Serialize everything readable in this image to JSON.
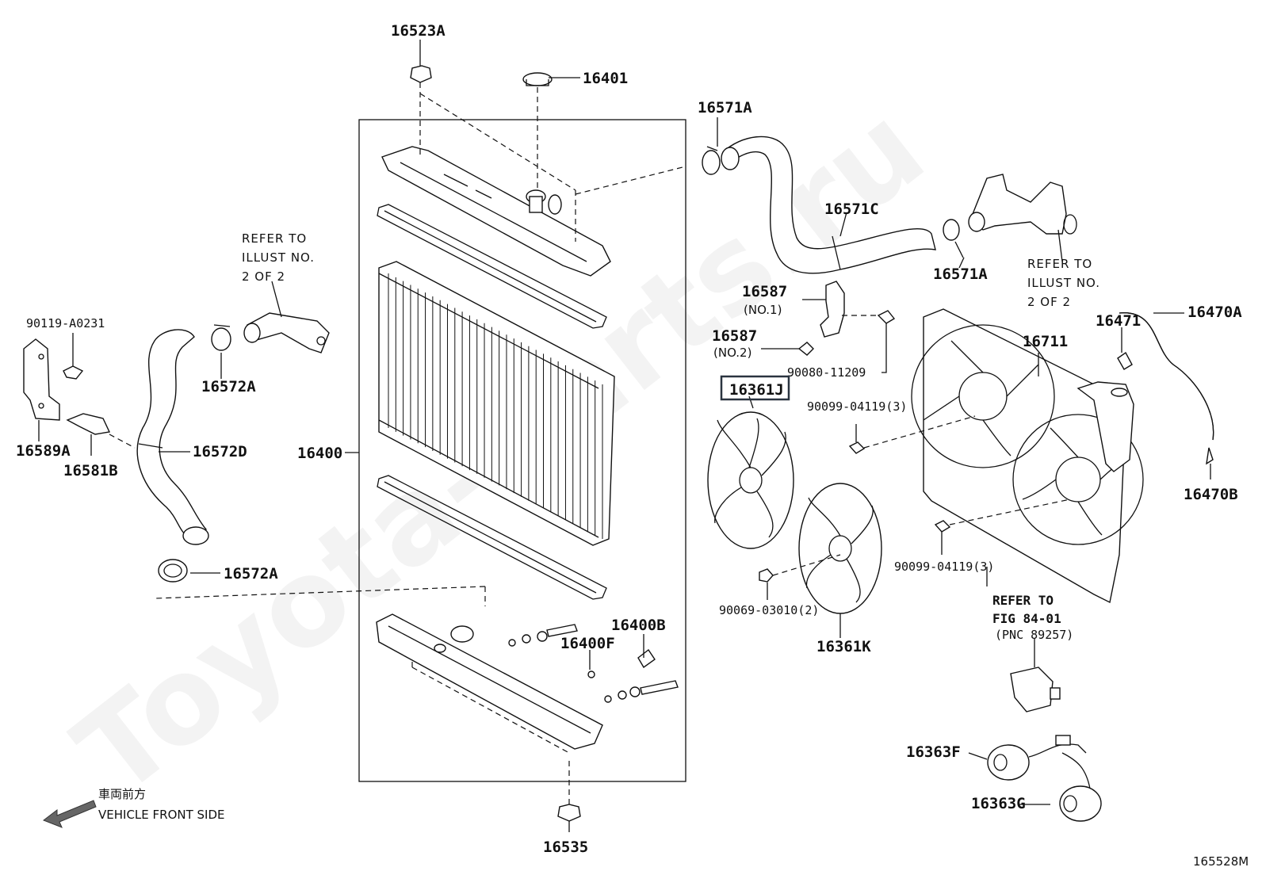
{
  "watermark": "Toyota-Parts.ru",
  "figure_id": "165528M",
  "front_side": {
    "jp": "車両前方",
    "en": "VEHICLE FRONT SIDE"
  },
  "labels": {
    "p16523A": "16523A",
    "p16401": "16401",
    "p16571A_top": "16571A",
    "p16571C": "16571C",
    "p16571A_right": "16571A",
    "p90119": "90119-A0231",
    "p16589A": "16589A",
    "p16581B": "16581B",
    "p16572A_top": "16572A",
    "p16572D": "16572D",
    "p16572A_bot": "16572A",
    "p16400": "16400",
    "p16587_1": "16587",
    "p16587_1_sub": "(NO.1)",
    "p16587_2": "16587",
    "p16587_2_sub": "(NO.2)",
    "p90080": "90080-11209",
    "p16361J": "16361J",
    "p90099_a": "90099-04119(3)",
    "p90099_b": "90099-04119(3)",
    "p90069": "90069-03010(2)",
    "p16361K": "16361K",
    "p16711": "16711",
    "p16471": "16471",
    "p16470A": "16470A",
    "p16470B": "16470B",
    "p16400B": "16400B",
    "p16400F": "16400F",
    "p16535": "16535",
    "p16363F": "16363F",
    "p16363G": "16363G"
  },
  "refer_left": [
    "REFER TO",
    "ILLUST NO.",
    "2 OF 2"
  ],
  "refer_right": [
    "REFER TO",
    "ILLUST NO.",
    "2 OF 2"
  ],
  "refer_fig": [
    "REFER TO",
    "FIG 84-01",
    "(PNC 89257)"
  ]
}
